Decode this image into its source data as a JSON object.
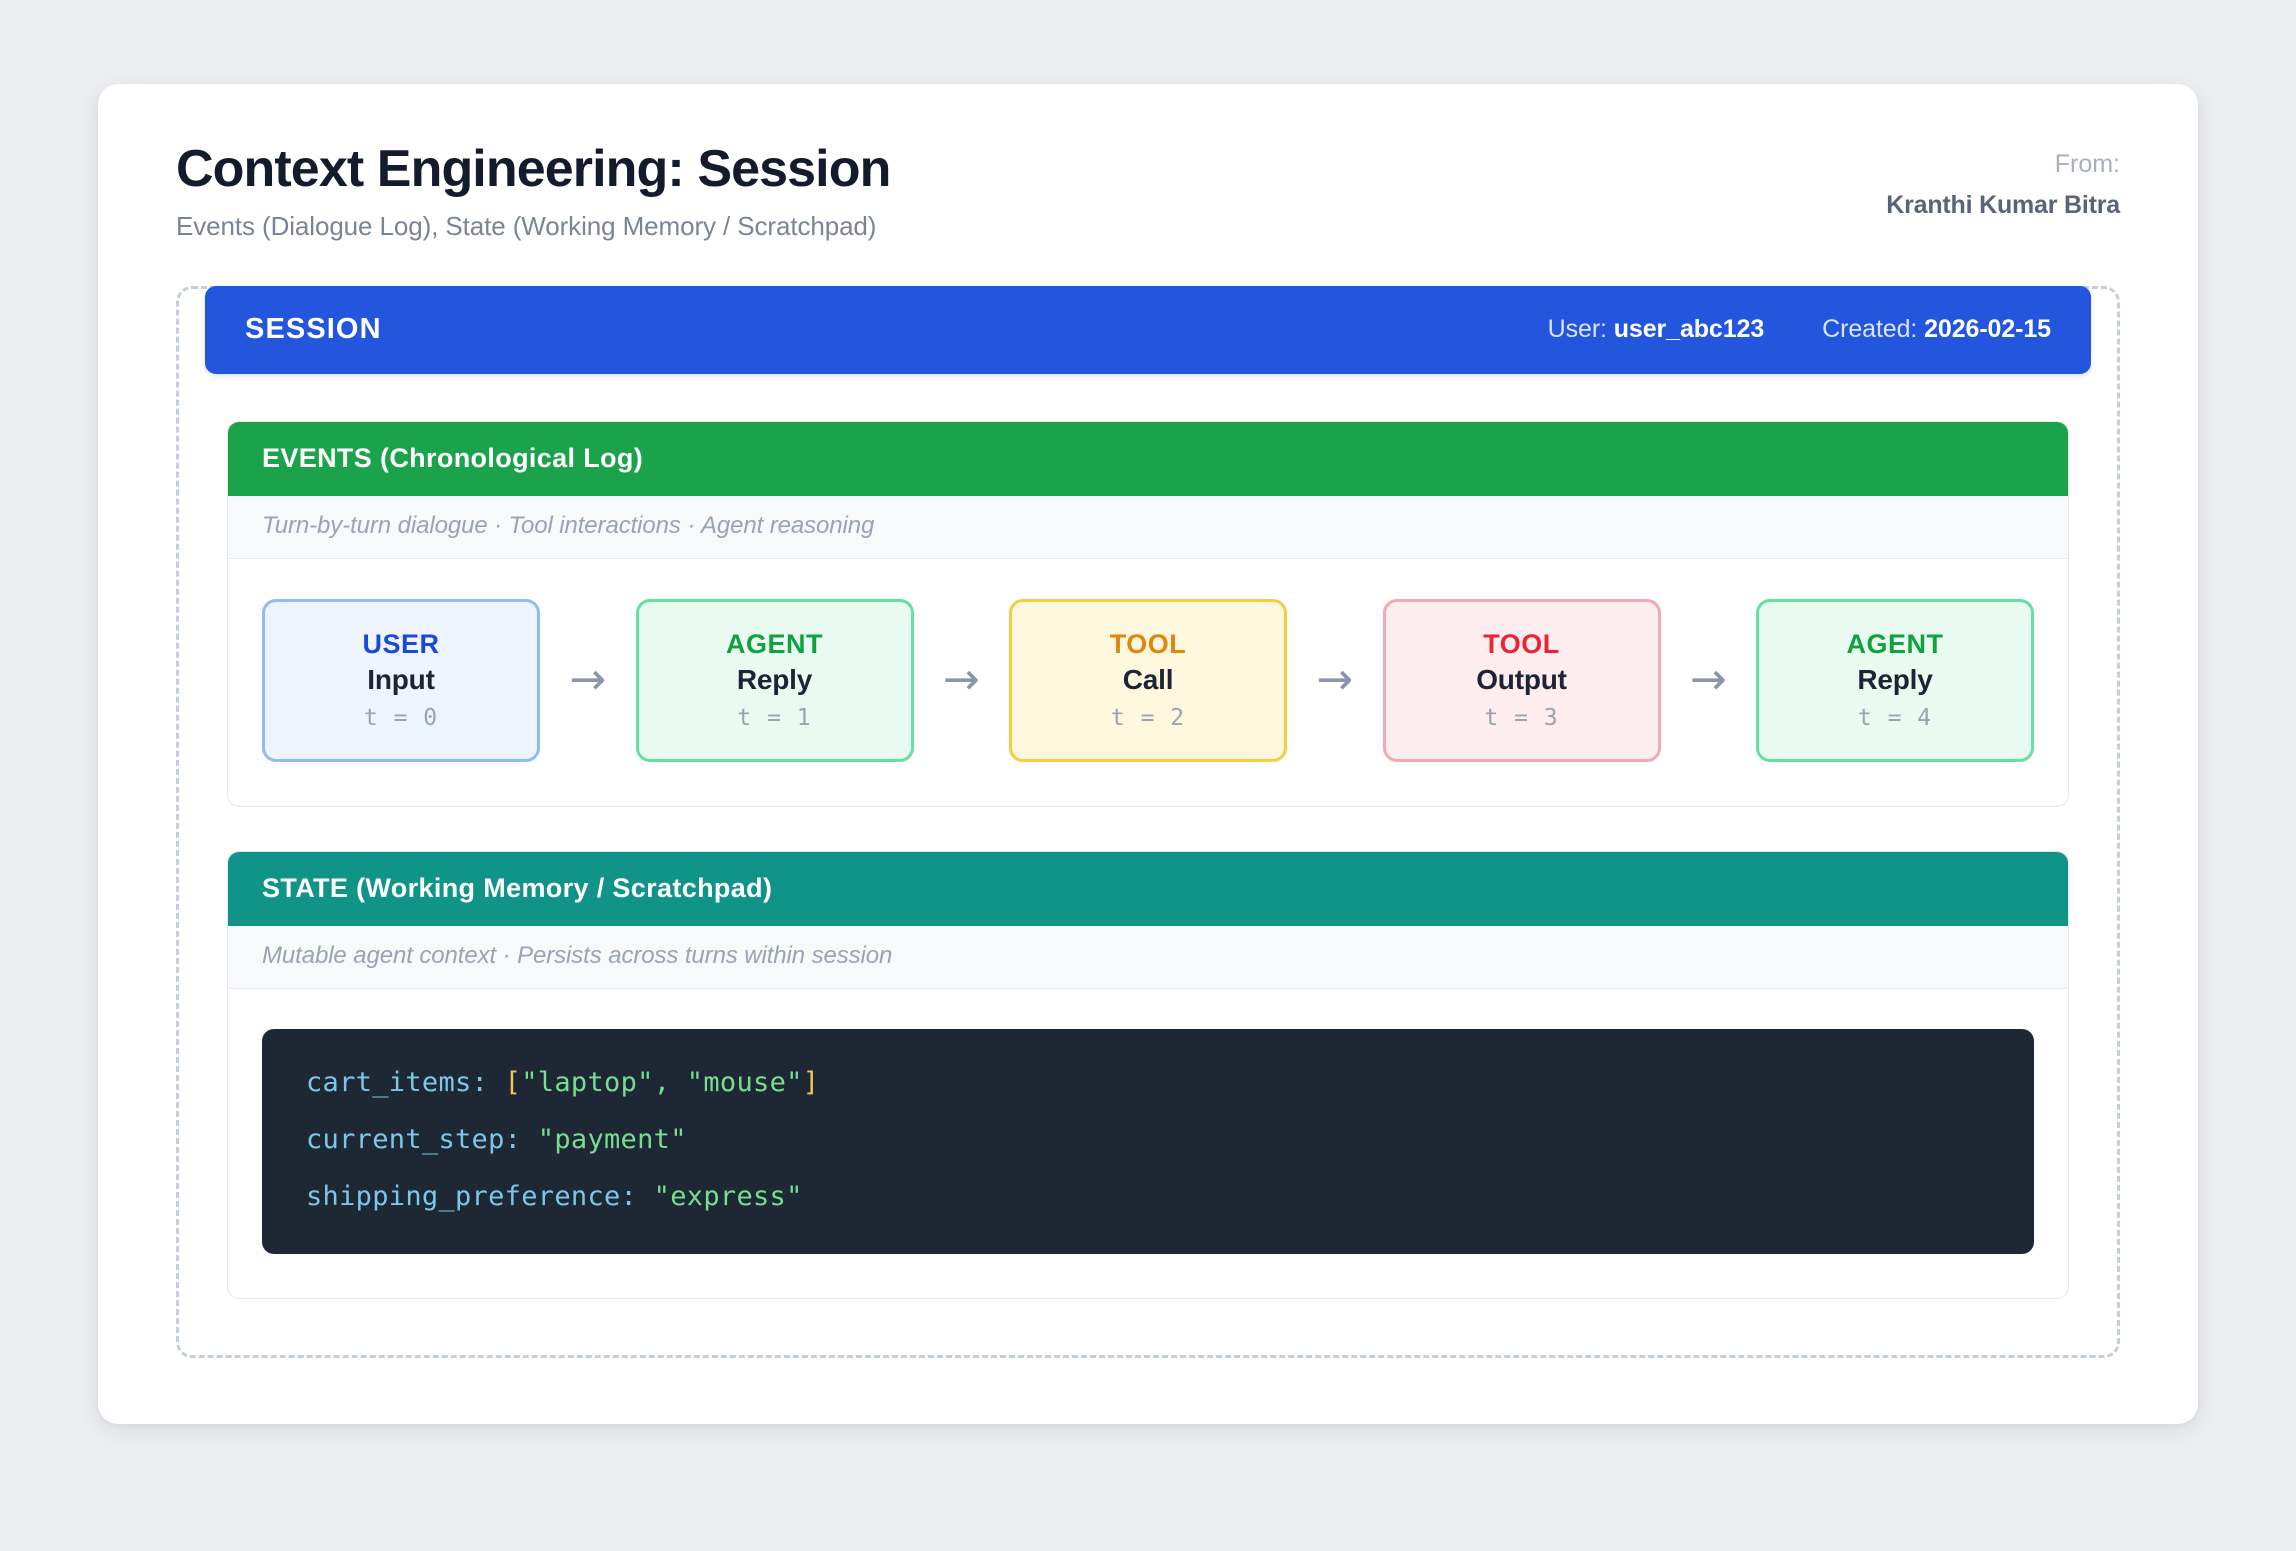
{
  "header": {
    "title": "Context Engineering: Session",
    "subtitle": "Events (Dialogue Log), State (Working Memory / Scratchpad)",
    "from_label": "From:",
    "from_name": "Kranthi Kumar Bitra"
  },
  "session": {
    "title": "SESSION",
    "user_label": "User:",
    "user_value": "user_abc123",
    "created_label": "Created:",
    "created_value": "2026-02-15"
  },
  "events": {
    "heading": "EVENTS (Chronological Log)",
    "note": "Turn-by-turn dialogue · Tool interactions · Agent reasoning",
    "arrow_glyph": "→",
    "nodes": [
      {
        "role": "USER",
        "kind": "Input",
        "time": "t = 0",
        "variant": "user"
      },
      {
        "role": "AGENT",
        "kind": "Reply",
        "time": "t = 1",
        "variant": "agent"
      },
      {
        "role": "TOOL",
        "kind": "Call",
        "time": "t = 2",
        "variant": "call"
      },
      {
        "role": "TOOL",
        "kind": "Output",
        "time": "t = 3",
        "variant": "output"
      },
      {
        "role": "AGENT",
        "kind": "Reply",
        "time": "t = 4",
        "variant": "agent"
      }
    ]
  },
  "state": {
    "heading": "STATE (Working Memory / Scratchpad)",
    "note": "Mutable agent context · Persists across turns within session",
    "lines": [
      {
        "key": "cart_items:",
        "value": "[\"laptop\", \"mouse\"]",
        "type": "array"
      },
      {
        "key": "current_step:",
        "value": "\"payment\"",
        "type": "string"
      },
      {
        "key": "shipping_preference:",
        "value": "\"express\"",
        "type": "string"
      }
    ]
  },
  "colors": {
    "page_bg": "#eceef1",
    "session_blue": "#2356dd",
    "events_green": "#1aa34a",
    "state_teal": "#119488",
    "dashed_border": "#c5cedd",
    "code_bg": "#1e2835",
    "token_key": "#7cc7e8",
    "token_punct": "#f2c45a",
    "token_string": "#79dd8f",
    "user_accent": "#1a49d6",
    "agent_accent": "#11a13f",
    "tool_call_accent": "#e0860d",
    "tool_output_accent": "#ef2233"
  }
}
